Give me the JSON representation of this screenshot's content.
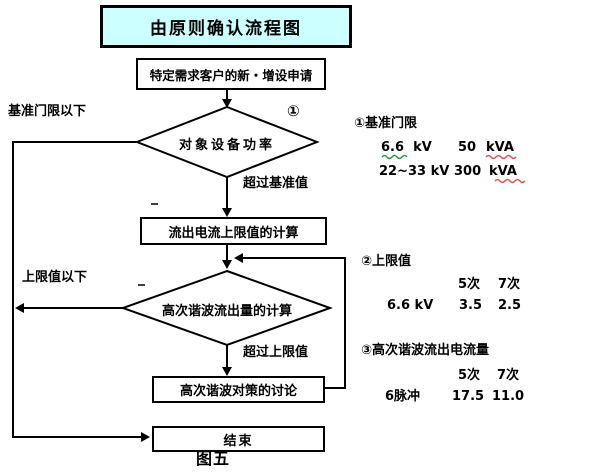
{
  "figure": {
    "title": "由原则确认流程图",
    "caption": "图五"
  },
  "flow": {
    "start": "特定需求客户的新・增设申请",
    "decision1": "对象设备功率",
    "decision1_ref": "①",
    "decision1_no_label": "基准门限以下",
    "decision1_yes_label": "超过基准值",
    "process1": "流出电流上限值的计算",
    "decision2": "高次谐波流出量的计算",
    "decision2_no_label": "上限值以下",
    "decision2_yes_label": "超过上限值",
    "process2": "高次谐波对策的讨论",
    "end": "结束"
  },
  "notes": [
    {
      "heading": "①基准门限",
      "rows": [
        {
          "label": "6.6  kV",
          "value": "50",
          "unit": "kVA"
        },
        {
          "label": "22~33 kV",
          "value": "300",
          "unit": "kVA"
        }
      ]
    },
    {
      "heading": "②上限值",
      "columns": [
        "5次",
        "7次"
      ],
      "rows": [
        {
          "label": "6.6 kV",
          "values": [
            "3.5",
            "2.5"
          ]
        }
      ]
    },
    {
      "heading": "③高次谐波流出电流量",
      "columns": [
        "5次",
        "7次"
      ],
      "rows": [
        {
          "label": "6脉冲",
          "values": [
            "17.5",
            "11.0"
          ]
        }
      ]
    }
  ],
  "colors": {
    "title_fill": "#ccffff",
    "line": "#000000",
    "underline_green": "#1e9e3e",
    "underline_red": "#e05252"
  }
}
